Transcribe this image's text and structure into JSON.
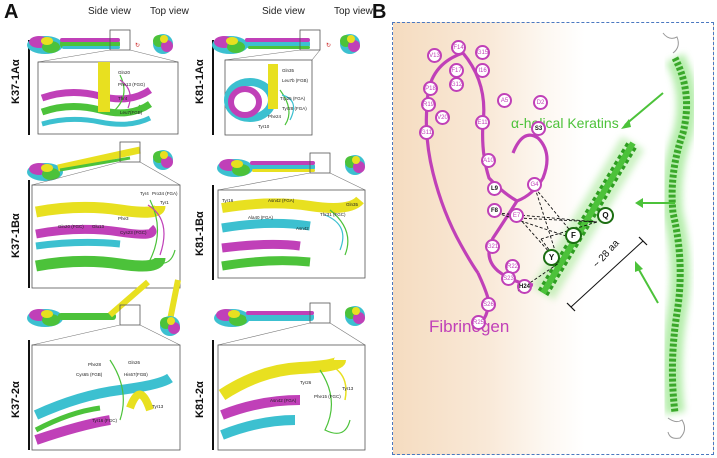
{
  "panel_a": {
    "letter": "A",
    "view_side": "Side view",
    "view_top": "Top view",
    "rows": [
      {
        "left": "K37-1Aα",
        "right": "K81-1Aα"
      },
      {
        "left": "K37-1Bα",
        "right": "K81-1Bα"
      },
      {
        "left": "K37-2α",
        "right": "K81-2α"
      }
    ],
    "insets": {
      "k37_1a": [
        "Gln20",
        "Phe13 (FGG)",
        "Thr4",
        "Leu7(FGB)"
      ],
      "k81_1a": [
        "Gln35",
        "Leu7b (FGB)",
        "Trp25 (FGA)",
        "Tyr28 (FGA)",
        "Phe24",
        "Tyr10"
      ],
      "k37_1b": [
        "Tyr4",
        "Pro34 (FGA)",
        "Tyr1",
        "Phe3",
        "Gln20 (FGC)",
        "Glu13",
        "Cys23 (FGC)"
      ],
      "k81_1b": [
        "Tyr16",
        "Asn42 (FGA)",
        "Thr31 (FGC)",
        "Gln35",
        "Ala40 (FGA)",
        "Asn42"
      ],
      "k37_2": [
        "Phe28",
        "Gln26",
        "Cys65 (FGB)",
        "His67(FGB)",
        "Tyr16 (FGC)",
        "Tyr13"
      ],
      "k81_2": [
        "Tyr26",
        "Asn42 (FGA)",
        "Phe15 (FGC)",
        "Tyr13"
      ]
    }
  },
  "panel_b": {
    "letter": "B",
    "keratin_label": "α-helical Keratins",
    "fibrinogen_label": "Fibrinogen",
    "distance_label": "~ 28 aa",
    "fib_residues": [
      "F14",
      "V13",
      "G15",
      "I16",
      "F17",
      "G12",
      "P18",
      "R19",
      "V20",
      "G11",
      "E11",
      "A10",
      "L9",
      "F8",
      "E7",
      "A5",
      "D2",
      "S3",
      "G4",
      "R22",
      "G21",
      "S23",
      "H24",
      "S26",
      "R25"
    ],
    "keratin_residues": [
      "Q",
      "F",
      "Y"
    ]
  },
  "colors": {
    "magenta": "#c040b8",
    "keratin_green": "#4cc23a",
    "dashed_border": "#4a78c0",
    "yellow_helix": "#e8e020",
    "cyan_helix": "#3cc0d0"
  }
}
